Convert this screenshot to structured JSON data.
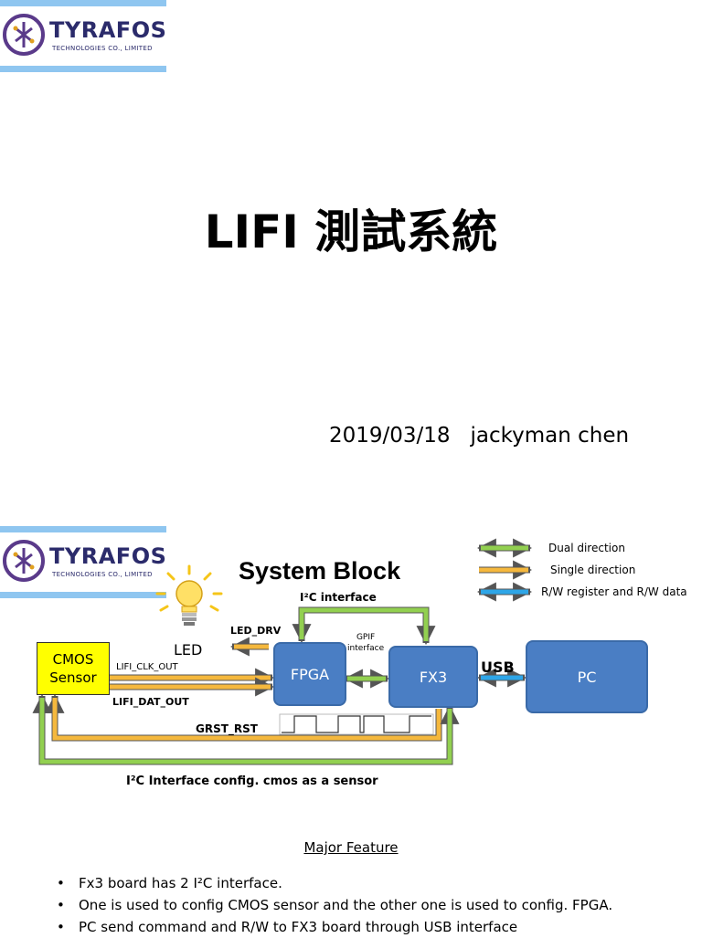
{
  "logo": {
    "name": "TYRAFOS",
    "sub": "TECHNOLOGIES CO., LIMITED"
  },
  "slide1": {
    "title": "LIFI 測試系統",
    "subtitle": "2019/03/18   jackyman chen"
  },
  "slide2": {
    "title": "System Block",
    "legend": {
      "dual": "Dual direction",
      "single": "Single direction",
      "rw": "R/W register and R/W data"
    },
    "blocks": {
      "cmos": [
        "CMOS",
        "Sensor"
      ],
      "fpga": "FPGA",
      "fx3": "FX3",
      "pc": "PC",
      "led": "LED"
    },
    "labels": {
      "i2c_top": "I²C interface",
      "led_drv": "LED_DRV",
      "gpif": [
        "GPIF",
        "interface"
      ],
      "usb": "USB",
      "clk": "LIFI_CLK_OUT",
      "dat": "LIFI_DAT_OUT",
      "grst": "GRST_RST",
      "i2c_bottom": "I²C Interface config. cmos as a sensor"
    },
    "feature_title": "Major Feature",
    "features": [
      "Fx3 board has 2 I²C   interface.",
      "One is used to config CMOS sensor and the other one is used to config. FPGA.",
      "PC send command and R/W to FX3 board through USB interface"
    ]
  },
  "colors": {
    "green": "#92d050",
    "orange": "#f5b83d",
    "blue": "#2ea6e8",
    "box": "#4a7ec4",
    "cmos": "#ffff00",
    "bar": "#8fc6f0"
  }
}
